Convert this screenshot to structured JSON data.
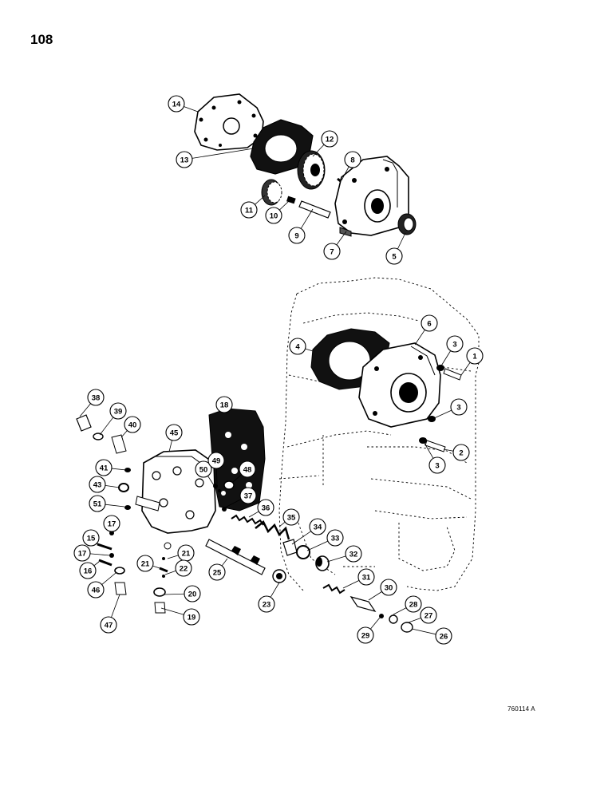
{
  "page": {
    "number": "108",
    "figure_code": "760114 A"
  },
  "callouts": [
    {
      "label": "14",
      "part": "cover-plate"
    },
    {
      "label": "13",
      "part": "gasket-upper"
    },
    {
      "label": "12",
      "part": "driven-gear"
    },
    {
      "label": "11",
      "part": "drive-gear"
    },
    {
      "label": "10",
      "part": "key"
    },
    {
      "label": "9",
      "part": "shaft"
    },
    {
      "label": "8",
      "part": "pin"
    },
    {
      "label": "7",
      "part": "pump-body-exploded"
    },
    {
      "label": "5",
      "part": "seal"
    },
    {
      "label": "6",
      "part": "pump-body-installed"
    },
    {
      "label": "4",
      "part": "gasket-lower"
    },
    {
      "label": "3",
      "part": "washer-a"
    },
    {
      "label": "1",
      "part": "capscrew-upper"
    },
    {
      "label": "3",
      "part": "washer-b"
    },
    {
      "label": "2",
      "part": "capscrew-lower"
    },
    {
      "label": "3",
      "part": "washer-c"
    },
    {
      "label": "18",
      "part": "valve-gasket"
    },
    {
      "label": "38",
      "part": "plug-38"
    },
    {
      "label": "39",
      "part": "oring-39"
    },
    {
      "label": "40",
      "part": "fitting-40"
    },
    {
      "label": "45",
      "part": "valve-body"
    },
    {
      "label": "41",
      "part": "plug-41"
    },
    {
      "label": "43",
      "part": "oring-43"
    },
    {
      "label": "50",
      "part": "ball-50"
    },
    {
      "label": "49",
      "part": "ball-49"
    },
    {
      "label": "48",
      "part": "plate-48"
    },
    {
      "label": "37",
      "part": "plug-37"
    },
    {
      "label": "51",
      "part": "plug-51"
    },
    {
      "label": "36",
      "part": "spring-36"
    },
    {
      "label": "35",
      "part": "spring-35"
    },
    {
      "label": "17",
      "part": "washer-17-a"
    },
    {
      "label": "15",
      "part": "bolt-15"
    },
    {
      "label": "34",
      "part": "retainer-34"
    },
    {
      "label": "33",
      "part": "oring-33"
    },
    {
      "label": "21",
      "part": "ball-21-a"
    },
    {
      "label": "17",
      "part": "washer-17-b"
    },
    {
      "label": "32",
      "part": "plug-32"
    },
    {
      "label": "21",
      "part": "spring-21-b"
    },
    {
      "label": "22",
      "part": "ball-22"
    },
    {
      "label": "16",
      "part": "bolt-16"
    },
    {
      "label": "25",
      "part": "spool-25"
    },
    {
      "label": "31",
      "part": "spring-31"
    },
    {
      "label": "46",
      "part": "oring-46"
    },
    {
      "label": "20",
      "part": "oring-20"
    },
    {
      "label": "30",
      "part": "piston-30"
    },
    {
      "label": "23",
      "part": "sleeve-23"
    },
    {
      "label": "28",
      "part": "ball-28"
    },
    {
      "label": "27",
      "part": "oring-27"
    },
    {
      "label": "19",
      "part": "plug-19"
    },
    {
      "label": "47",
      "part": "plug-47"
    },
    {
      "label": "29",
      "part": "ball-29"
    },
    {
      "label": "26",
      "part": "plug-26"
    }
  ]
}
